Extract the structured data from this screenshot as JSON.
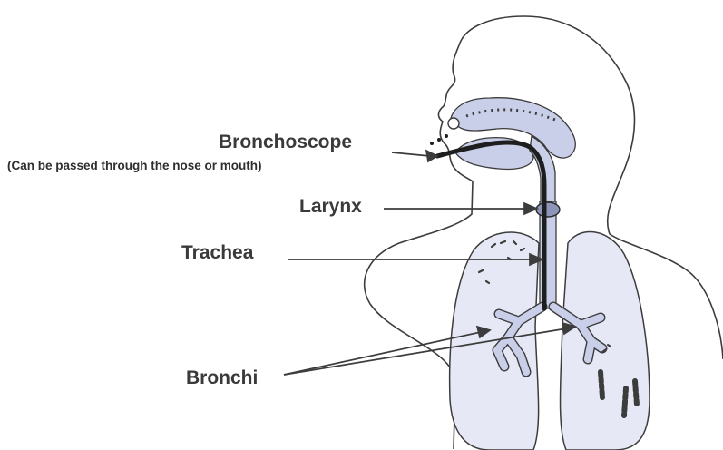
{
  "labels": {
    "bronchoscope": "Bronchoscope",
    "bronchoscope_note": "(Can be passed through the nose or mouth)",
    "larynx": "Larynx",
    "trachea": "Trachea",
    "bronchi": "Bronchi"
  },
  "colors": {
    "outline": "#3c3c3c",
    "airway_fill": "#c9cfe8",
    "lung_fill": "#e6e9f5",
    "scope": "#1e1e1e",
    "label_text": "#3a3a3a"
  }
}
